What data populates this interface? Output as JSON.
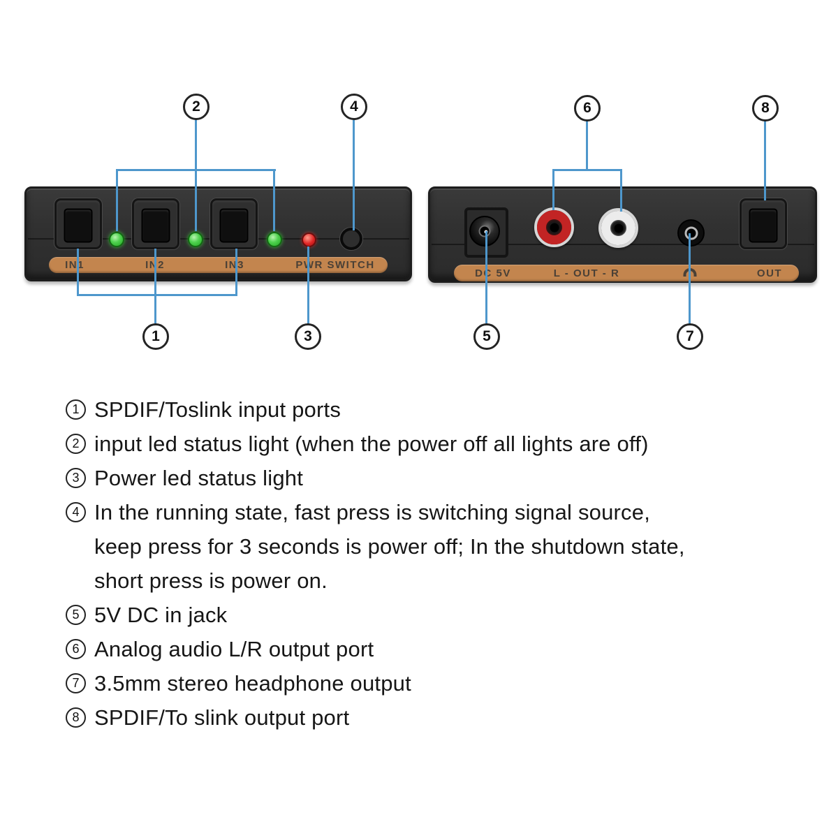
{
  "colors": {
    "background": "#ffffff",
    "panel_body": "#303030",
    "panel_border": "#1d1d1d",
    "label_strip": "#c3854e",
    "strip_text": "#4a4036",
    "callout_line_blue": "#4e97cc",
    "callout_circle_border": "#242424",
    "led_green": "#4ed14e",
    "led_red": "#e02525",
    "rca_red_ring": "#c22424",
    "rca_white_ring": "#ececec"
  },
  "front_panel": {
    "port_labels": [
      "IN1",
      "IN2",
      "IN3"
    ],
    "switch_label": "PWR SWITCH"
  },
  "back_panel": {
    "dc_label": "DC 5V",
    "lr_label": "L - OUT - R",
    "out_label": "OUT"
  },
  "callouts": {
    "c1": "1",
    "c2": "2",
    "c3": "3",
    "c4": "4",
    "c5": "5",
    "c6": "6",
    "c7": "7",
    "c8": "8"
  },
  "legend": {
    "items": [
      {
        "num": "1",
        "lines": [
          "SPDIF/Toslink input ports"
        ]
      },
      {
        "num": "2",
        "lines": [
          "input led status light (when the power off all lights are off)"
        ]
      },
      {
        "num": "3",
        "lines": [
          "Power led status light"
        ]
      },
      {
        "num": "4",
        "lines": [
          "In the running state, fast press is switching signal source,",
          "keep press for 3 seconds is power off; In the shutdown state,",
          "short press is power on."
        ]
      },
      {
        "num": "5",
        "lines": [
          "5V DC in jack"
        ]
      },
      {
        "num": "6",
        "lines": [
          "Analog audio L/R output port"
        ]
      },
      {
        "num": "7",
        "lines": [
          "3.5mm stereo headphone output"
        ]
      },
      {
        "num": "8",
        "lines": [
          "SPDIF/To slink output port"
        ]
      }
    ]
  }
}
